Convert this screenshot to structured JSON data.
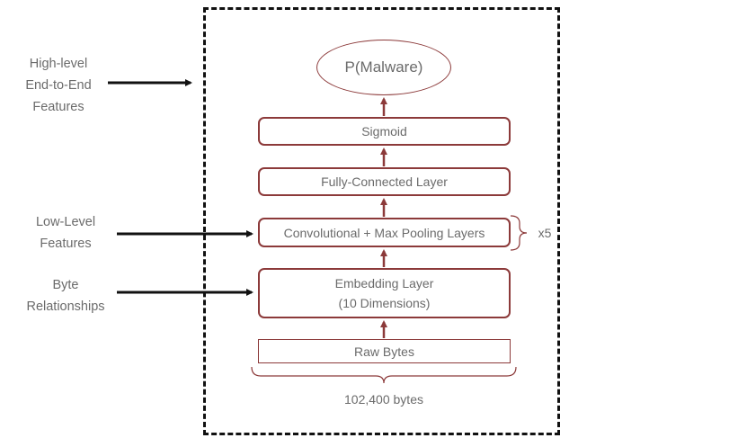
{
  "diagram": {
    "output_node": "P(Malware)",
    "layers": {
      "sigmoid": "Sigmoid",
      "fully_connected": "Fully-Connected Layer",
      "conv_pool": "Convolutional + Max Pooling Layers",
      "embedding_line1": "Embedding Layer",
      "embedding_line2": "(10 Dimensions)",
      "raw_bytes": "Raw Bytes"
    },
    "repeat_label": "x5",
    "input_size": "102,400 bytes",
    "side_labels": {
      "high_level": [
        "High-level",
        "End-to-End",
        "Features"
      ],
      "low_level": [
        "Low-Level",
        "Features"
      ],
      "byte_rel": [
        "Byte",
        "Relationships"
      ]
    },
    "colors": {
      "accent": "#8c3a3a",
      "text": "#6b6b6b",
      "frame": "#111111"
    }
  }
}
